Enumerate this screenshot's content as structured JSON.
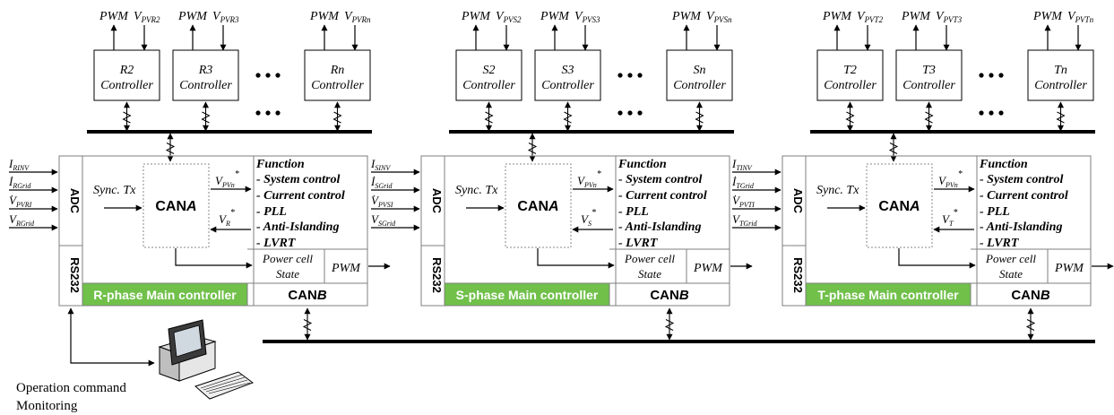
{
  "slave_controller_label": "Controller",
  "ellipsis": "•••",
  "signals": {
    "pwm": "PWM",
    "v": "V"
  },
  "phases": [
    {
      "id": "r",
      "slaves": [
        {
          "name": "R2",
          "v_sub": "PVR2"
        },
        {
          "name": "R3",
          "v_sub": "PVR3"
        },
        {
          "name": "Rn",
          "v_sub": "PVRn"
        }
      ],
      "inputs": [
        {
          "sym": "I",
          "sub": "RINV"
        },
        {
          "sym": "I",
          "sub": "RGrid"
        },
        {
          "sym": "V",
          "sub": "PVRI"
        },
        {
          "sym": "V",
          "sub": "RGrid"
        }
      ],
      "adc": "ADC",
      "rs232": "RS232",
      "sync": "Sync. Tx",
      "cana_main": "CAN",
      "cana_suffix": "A",
      "vpv_sym": "V",
      "vpv_sub": "PVn",
      "vref_sym": "V",
      "vref_sub": "R",
      "star": "*",
      "function_title": "Function",
      "functions": [
        "- System control",
        "- Current control",
        "- PLL",
        "- Anti-Islanding",
        "- LVRT"
      ],
      "power_cell_line1": "Power cell",
      "power_cell_line2": "State",
      "pwm_label": "PWM",
      "main_label": "R-phase Main controller",
      "canb_main": "CAN",
      "canb_suffix": "B"
    },
    {
      "id": "s",
      "slaves": [
        {
          "name": "S2",
          "v_sub": "PVS2"
        },
        {
          "name": "S3",
          "v_sub": "PVS3"
        },
        {
          "name": "Sn",
          "v_sub": "PVSn"
        }
      ],
      "inputs": [
        {
          "sym": "I",
          "sub": "SINV"
        },
        {
          "sym": "I",
          "sub": "SGrid"
        },
        {
          "sym": "V",
          "sub": "PVSI"
        },
        {
          "sym": "V",
          "sub": "SGrid"
        }
      ],
      "adc": "ADC",
      "rs232": "RS232",
      "sync": "Sync. Tx",
      "cana_main": "CAN",
      "cana_suffix": "A",
      "vpv_sym": "V",
      "vpv_sub": "PVn",
      "vref_sym": "V",
      "vref_sub": "S",
      "star": "*",
      "function_title": "Function",
      "functions": [
        "- System control",
        "- Current control",
        "- PLL",
        "- Anti-Islanding",
        "- LVRT"
      ],
      "power_cell_line1": "Power cell",
      "power_cell_line2": "State",
      "pwm_label": "PWM",
      "main_label": "S-phase Main controller",
      "canb_main": "CAN",
      "canb_suffix": "B"
    },
    {
      "id": "t",
      "slaves": [
        {
          "name": "T2",
          "v_sub": "PVT2"
        },
        {
          "name": "T3",
          "v_sub": "PVT3"
        },
        {
          "name": "Tn",
          "v_sub": "PVTn"
        }
      ],
      "inputs": [
        {
          "sym": "I",
          "sub": "TINV"
        },
        {
          "sym": "I",
          "sub": "TGrid"
        },
        {
          "sym": "V",
          "sub": "PVTI"
        },
        {
          "sym": "V",
          "sub": "TGrid"
        }
      ],
      "adc": "ADC",
      "rs232": "RS232",
      "sync": "Sync. Tx",
      "cana_main": "CAN",
      "cana_suffix": "A",
      "vpv_sym": "V",
      "vpv_sub": "PVn",
      "vref_sym": "V",
      "vref_sub": "T",
      "star": "*",
      "function_title": "Function",
      "functions": [
        "- System control",
        "- Current control",
        "- PLL",
        "- Anti-Islanding",
        "- LVRT"
      ],
      "power_cell_line1": "Power cell",
      "power_cell_line2": "State",
      "pwm_label": "PWM",
      "main_label": "T-phase Main controller",
      "canb_main": "CAN",
      "canb_suffix": "B"
    }
  ],
  "pc": {
    "line1": "Operation command",
    "line2": "Monitoring"
  },
  "colors": {
    "main_label_bg": "#70c04a",
    "line": "#000000",
    "box_border": "#7f7f7f"
  }
}
